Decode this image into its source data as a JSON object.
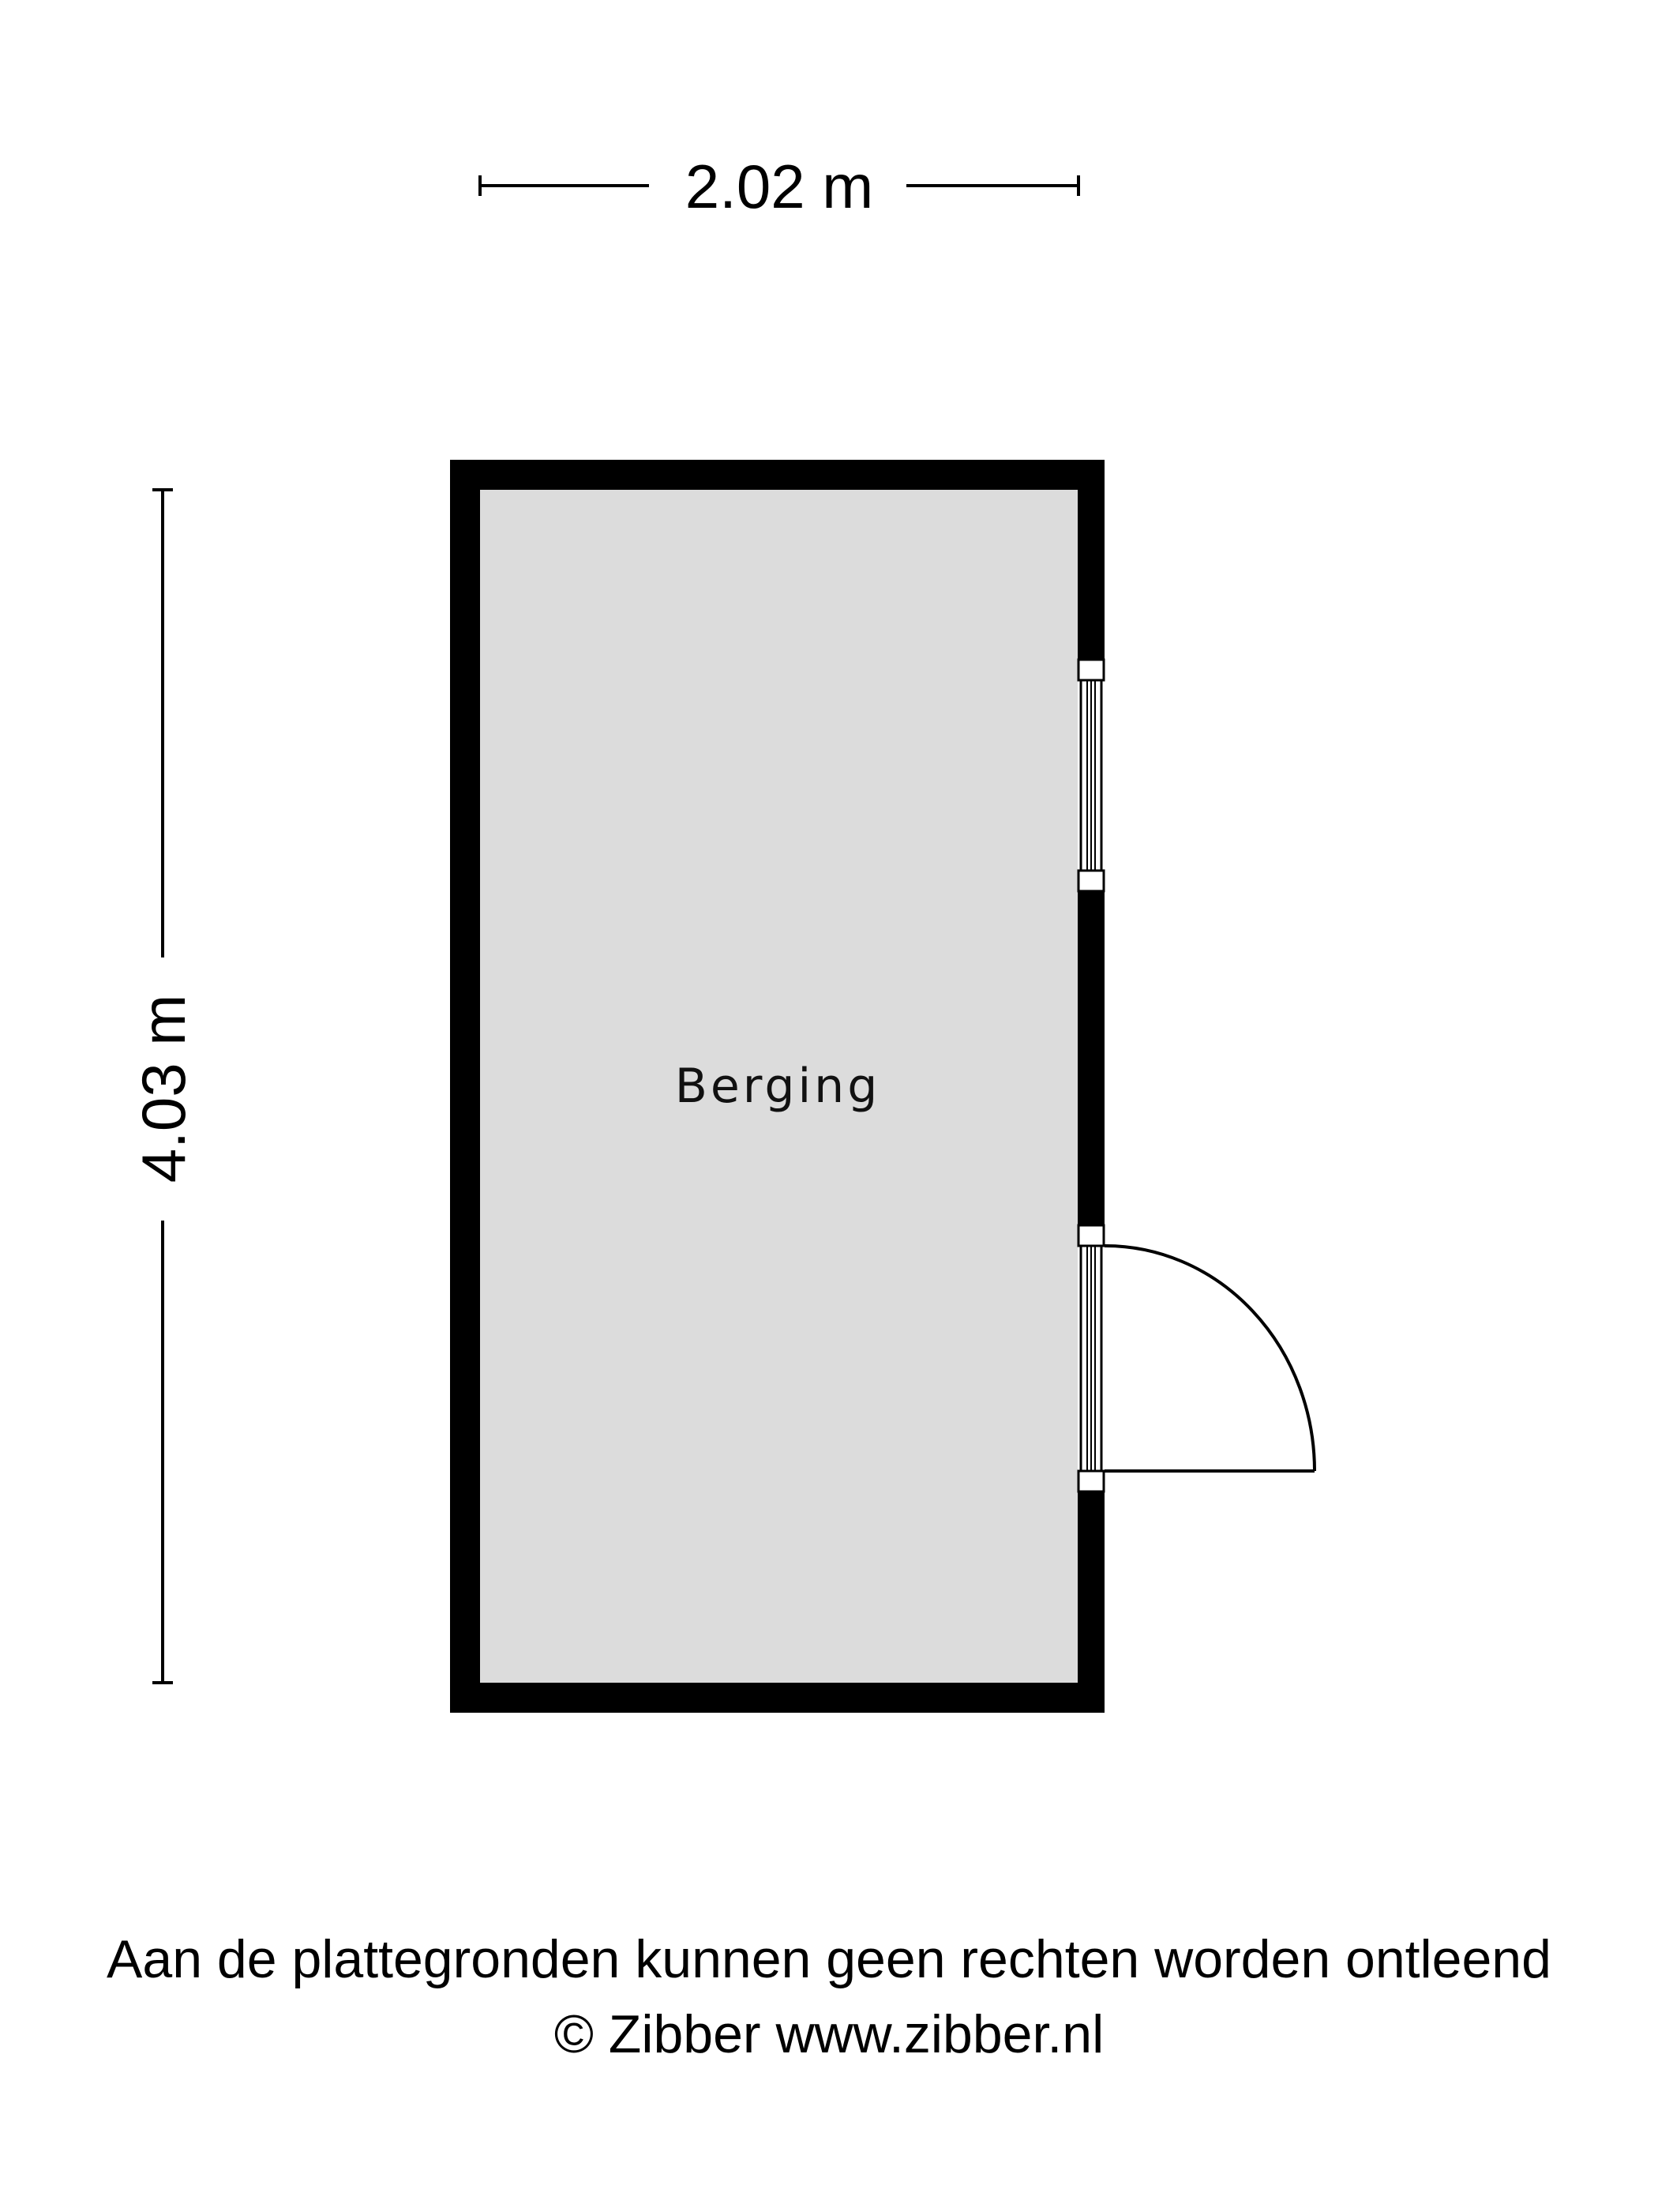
{
  "dimensions": {
    "width_label": "2.02 m",
    "height_label": "4.03 m"
  },
  "rooms": [
    {
      "label": "Berging"
    }
  ],
  "footer": {
    "disclaimer": "Aan de plattegronden kunnen geen rechten worden ontleend",
    "copyright": "© Zibber www.zibber.nl"
  },
  "colors": {
    "wall": "#000000",
    "floor": "#dcdcdc",
    "background": "#ffffff"
  }
}
